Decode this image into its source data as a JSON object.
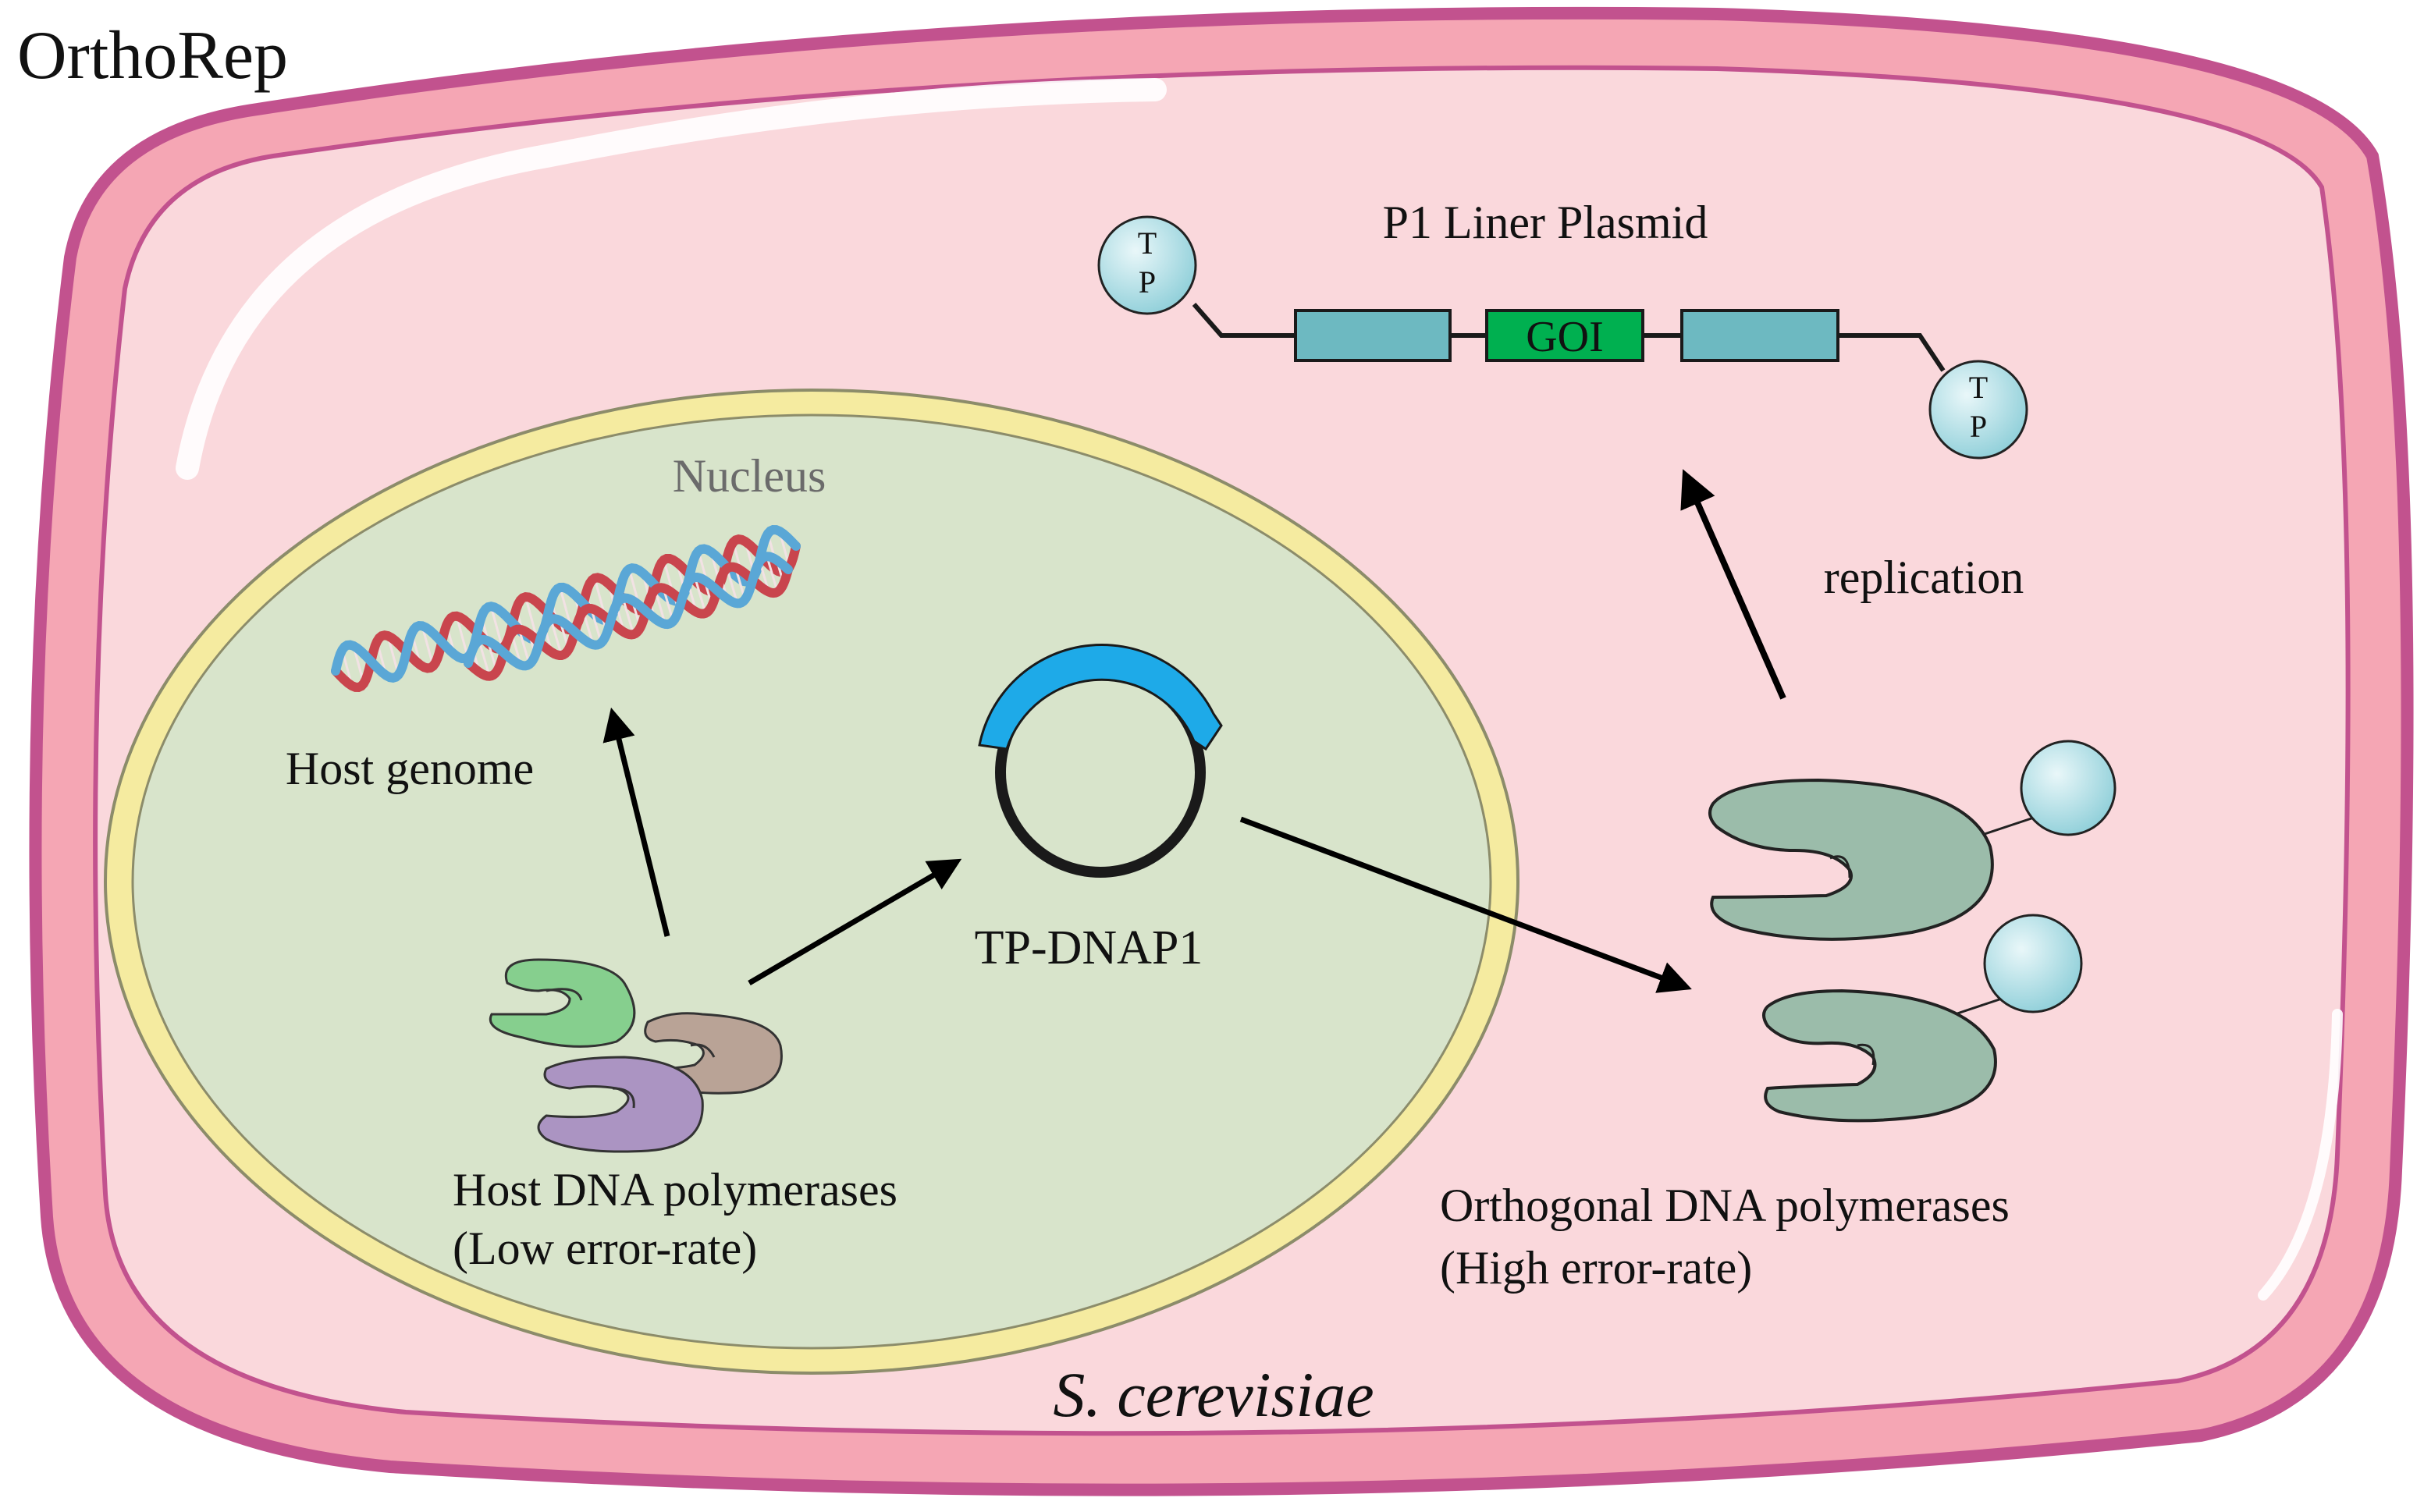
{
  "title": "OrthoRep",
  "organism": "S. cerevisiae",
  "nucleus": {
    "label": "Nucleus",
    "host_genome_label": "Host genome",
    "host_polymerases": {
      "line1": "Host DNA polymerases",
      "line2": "(Low error-rate)"
    }
  },
  "plasmid_tpdnap1": {
    "label": "TP-DNAP1"
  },
  "p1_plasmid": {
    "label": "P1 Liner Plasmid",
    "gene_label": "GOI",
    "terminal_protein": {
      "line1": "T",
      "line2": "P"
    }
  },
  "replication_label": "replication",
  "orthogonal_polymerases": {
    "line1": "Orthogonal DNA polymerases",
    "line2": "(High error-rate)"
  },
  "colors": {
    "cell_wall": "#d8609a",
    "cytoplasm": "#fad8dc",
    "nucleus_fill": "#d8e4cb",
    "nucleus_membrane": "#f5eba0",
    "tp_sphere": "#a8dde5",
    "gene_block": "#6db9c1",
    "goi_block": "#00b050",
    "orthogonal_polymerase": "#9bbcaa",
    "host_polymerase_green": "#86cf8e",
    "host_polymerase_brown": "#b9a396",
    "host_polymerase_purple": "#ab94c2",
    "plasmid_arc": "#1eaae8",
    "dna_red": "#c9454d",
    "dna_blue": "#5aa7d6"
  }
}
